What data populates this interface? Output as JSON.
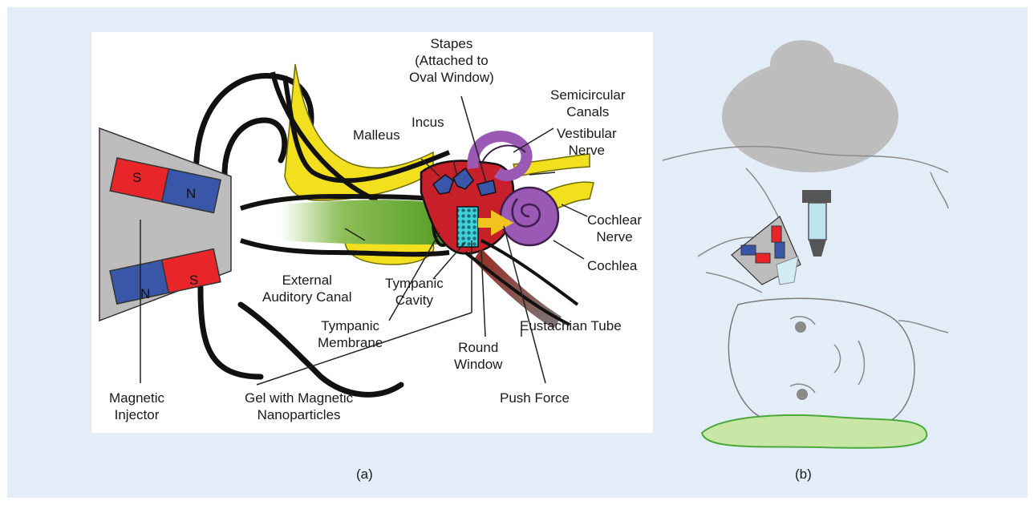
{
  "panel_a": {
    "caption": "(a)",
    "labels": {
      "stapes": "Stapes\n(Attached to\nOval Window)",
      "semicircular": "Semicircular\nCanals",
      "incus": "Incus",
      "malleus": "Malleus",
      "vestibular": "Vestibular\nNerve",
      "cochlear_nerve": "Cochlear\nNerve",
      "cochlea": "Cochlea",
      "external_canal": "External\nAuditory Canal",
      "tympanic_cavity": "Tympanic\nCavity",
      "tympanic_membrane": "Tympanic\nMembrane",
      "round_window": "Round\nWindow",
      "eustachian": "Eustachian Tube",
      "magnetic_injector": "Magnetic\nInjector",
      "gel": "Gel with Magnetic\nNanoparticles",
      "push_force": "Push Force"
    },
    "magnets": {
      "s": "S",
      "n": "N"
    }
  },
  "panel_b": {
    "caption": "(b)"
  },
  "colors": {
    "background": "#e3edf7",
    "magnet_red": "#e8262a",
    "magnet_blue": "#3a56a8",
    "cochlea_purple": "#9b59b6",
    "canal_green": "#5aa02c",
    "bone_yellow": "#f2e01e",
    "gel_cyan": "#3fd0d8",
    "pillow_green": "#c8e6a6"
  }
}
